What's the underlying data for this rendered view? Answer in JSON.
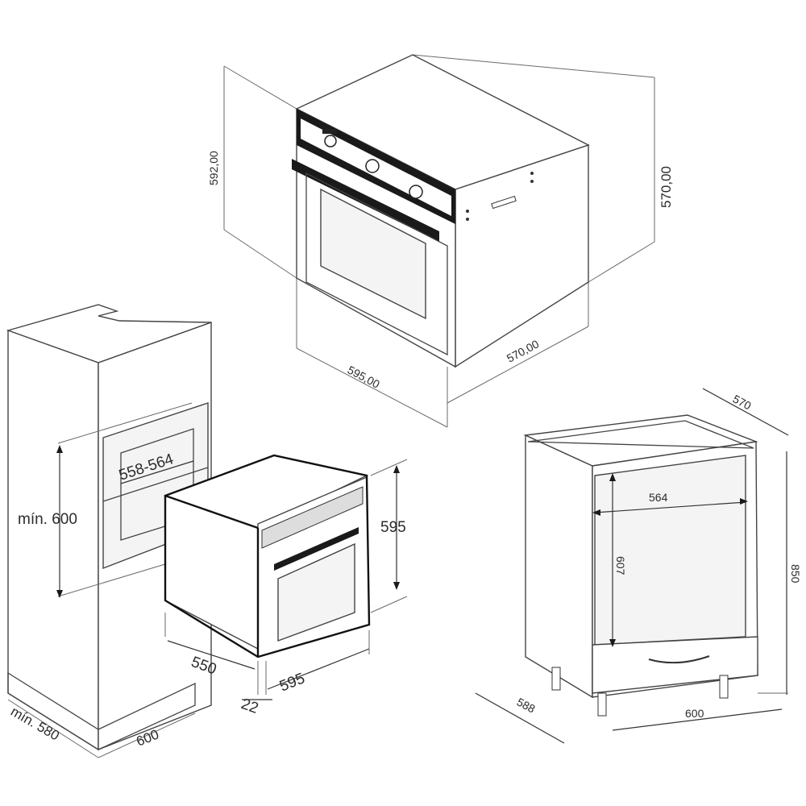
{
  "oven_top": {
    "height_label": "592,00",
    "depth_right_label": "570,00",
    "depth_bottom_label": "570,00",
    "width_label": "595,00"
  },
  "column_install": {
    "min_height_label": "mín. 600",
    "niche_width_label": "558-564",
    "min_depth_label": "mín. 580",
    "width_label": "600",
    "oven_depth_label": "550",
    "front_label": "22",
    "oven_width_label": "595",
    "oven_height_label": "595"
  },
  "under_counter": {
    "depth_top_label": "570",
    "height_label": "850",
    "inner_width_label": "564",
    "inner_height_label": "607",
    "depth_bottom_label": "588",
    "width_label": "600"
  }
}
